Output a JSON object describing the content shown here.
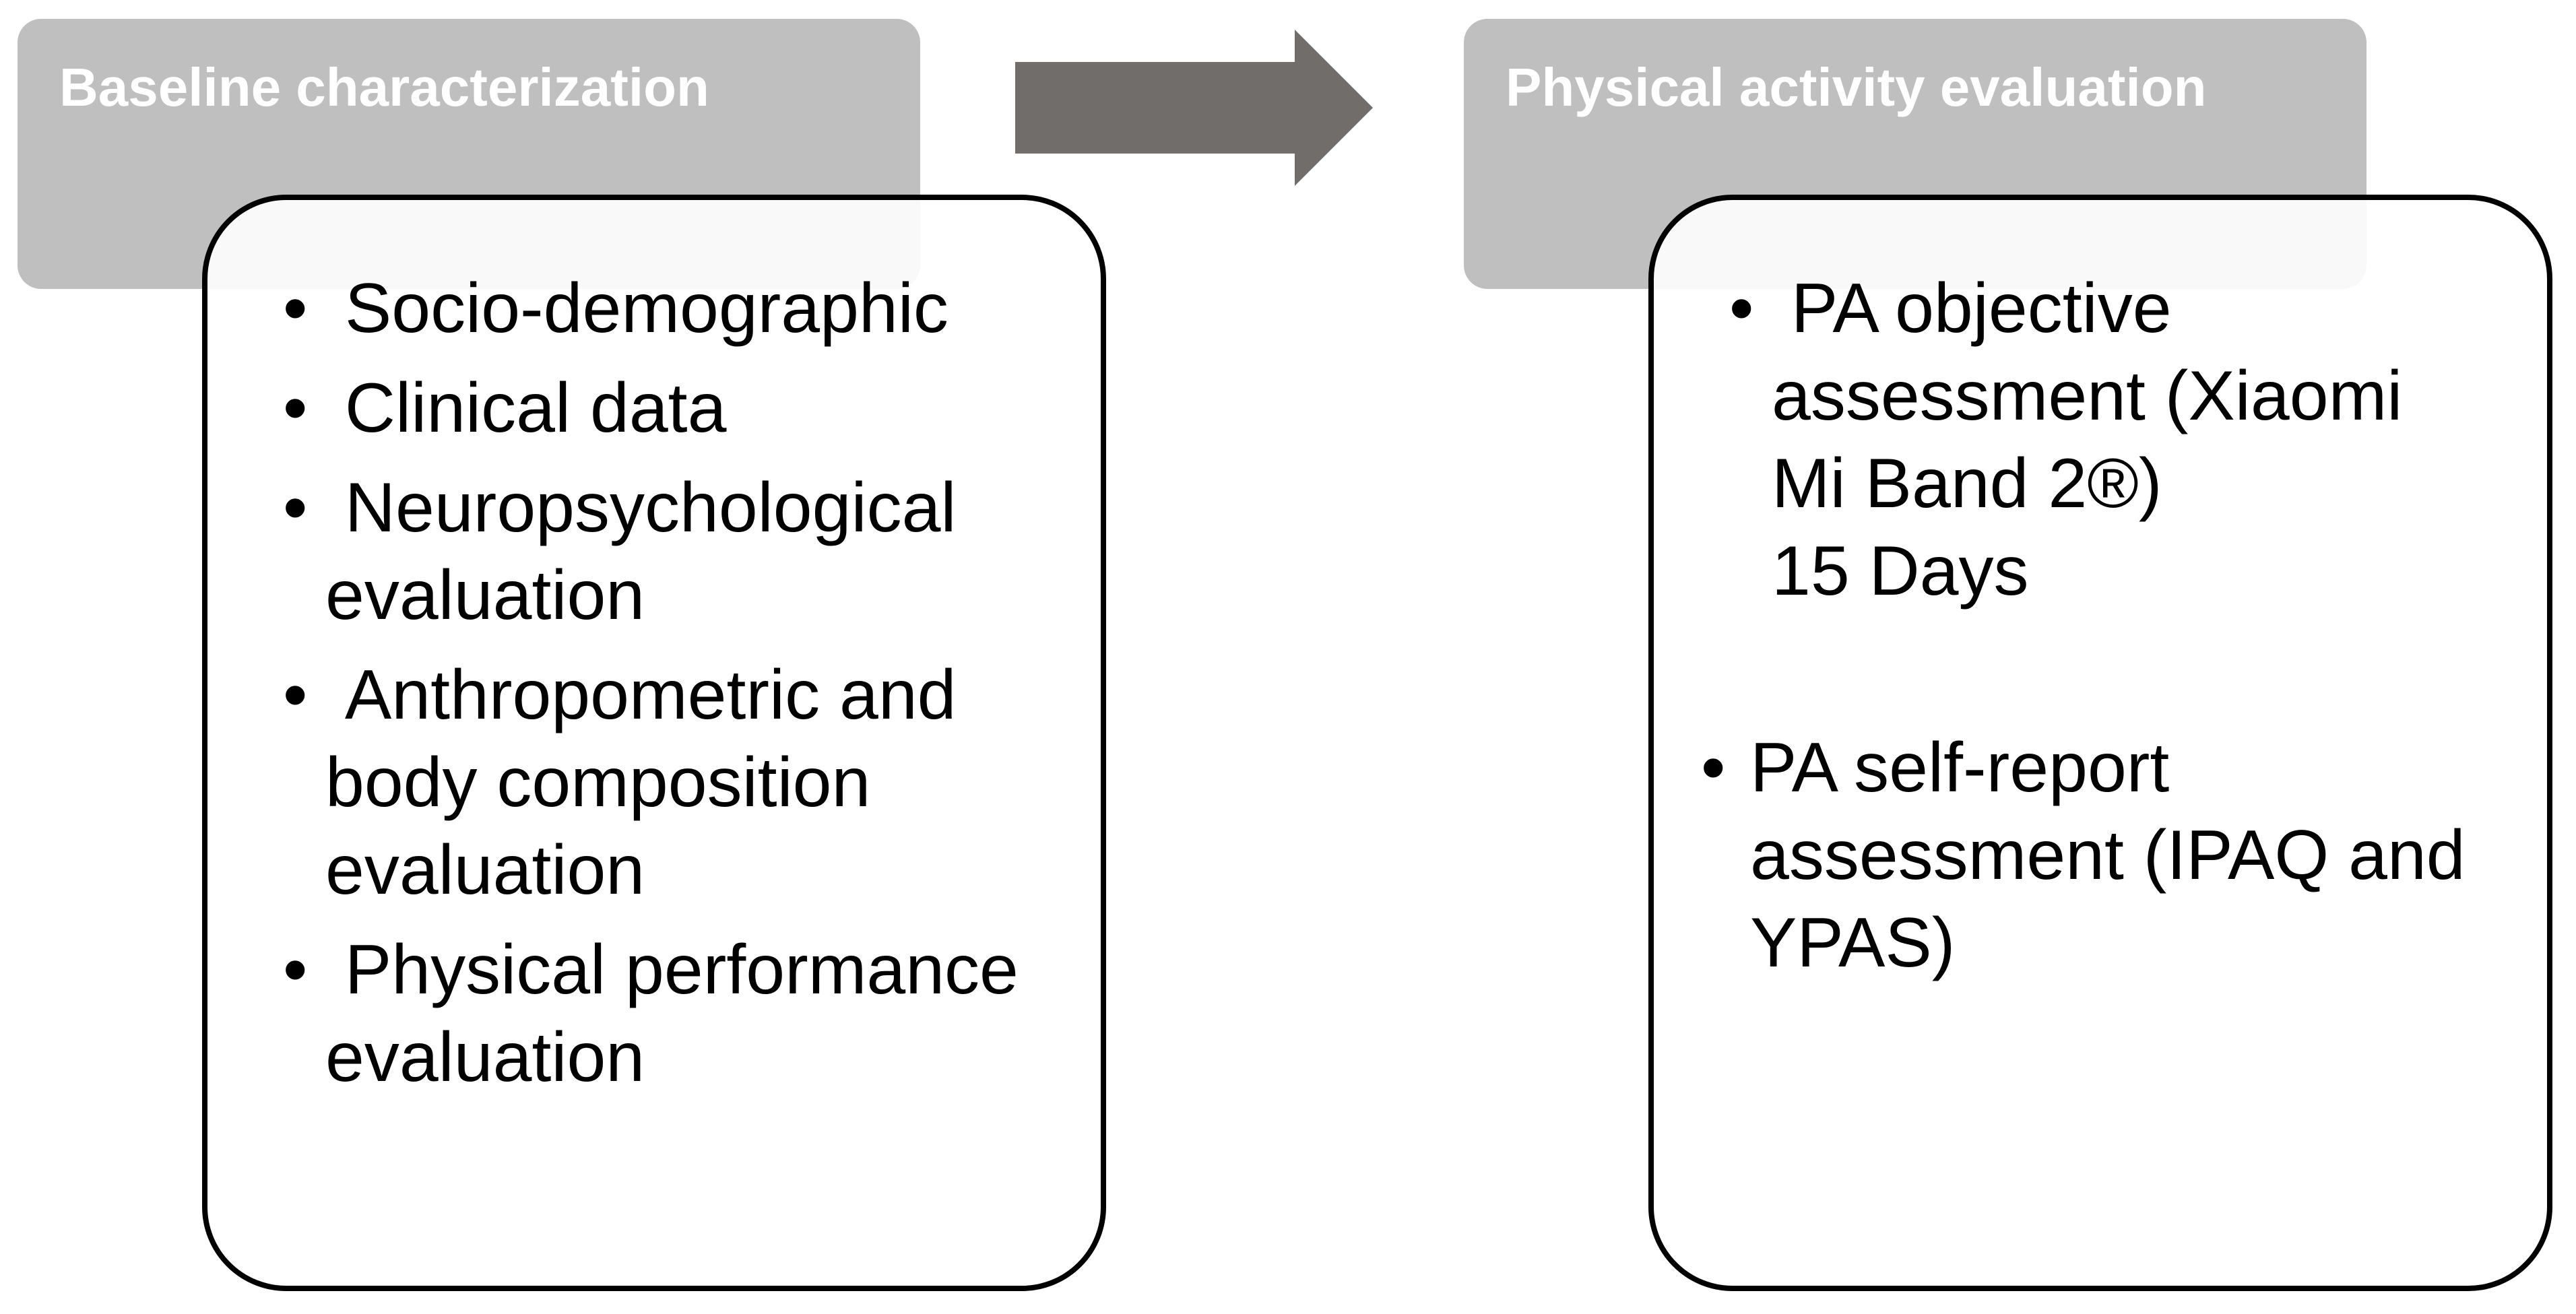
{
  "colors": {
    "header_fill": "#bfbfbf",
    "header_text": "#ffffff",
    "arrow": "#716d6a",
    "box_border": "#000000",
    "body_text": "#000000",
    "page_background": "#ffffff"
  },
  "headers": {
    "left": "Baseline characterization",
    "right": "Physical activity evaluation"
  },
  "arrow": {
    "direction": "right",
    "icon": "right-arrow"
  },
  "panels": [
    {
      "id": "baseline",
      "items": [
        {
          "lines": [
            " Socio-demographic"
          ]
        },
        {
          "lines": [
            " Clinical data"
          ]
        },
        {
          "lines": [
            " Neuropsychological",
            "evaluation"
          ]
        },
        {
          "lines": [
            " Anthropometric and",
            "body composition",
            "evaluation"
          ]
        },
        {
          "lines": [
            " Physical performance",
            "evaluation"
          ]
        }
      ]
    },
    {
      "id": "physical-activity",
      "items": [
        {
          "lines": [
            " PA objective",
            "assessment (Xiaomi",
            "Mi Band 2®)",
            "15 Days"
          ]
        },
        {
          "tight": true,
          "extra_gap": true,
          "lines": [
            "PA self-report",
            "assessment (IPAQ and",
            "YPAS)"
          ]
        }
      ]
    }
  ]
}
